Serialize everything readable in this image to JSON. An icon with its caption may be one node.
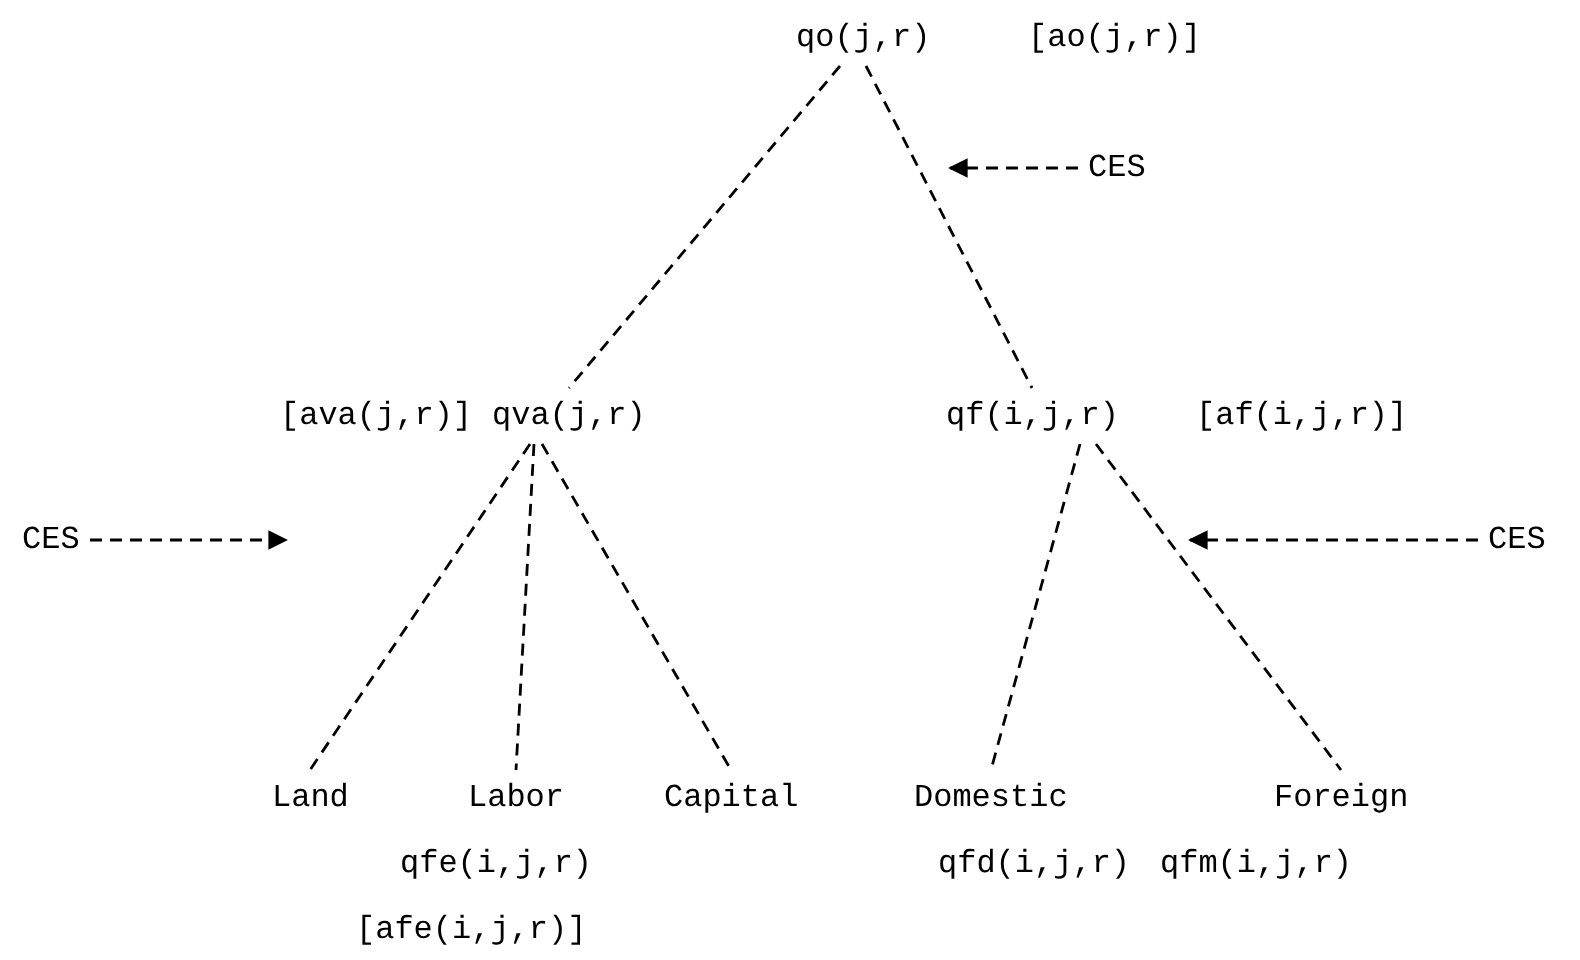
{
  "diagram": {
    "nodes": [
      {
        "text": [
          "qo(j,r)"
        ],
        "beside": [
          "[ao(j,r)]"
        ]
      },
      {
        "text": [
          "CES"
        ]
      },
      {
        "text": [
          "qva(j,r)"
        ],
        "beside": [
          "[ava(j,r)]"
        ]
      },
      {
        "text": [
          "qf(i,j,r)"
        ],
        "beside": [
          "[af(i,j,r)]"
        ]
      },
      {
        "text": [
          "CES"
        ]
      },
      {
        "text": [
          "CES"
        ]
      },
      {
        "text": [
          "Land"
        ]
      },
      {
        "text": [
          "Labor"
        ]
      },
      {
        "text": [
          "Capital"
        ]
      },
      {
        "text": [
          "Domestic"
        ],
        "beside": [
          "qfd(i,j,r)"
        ]
      },
      {
        "text": [
          "Foreign"
        ],
        "beside": [
          "qfm(i,j,r)"
        ]
      }
    ],
    "edges": [
      {
        "from": 0,
        "to": 2,
        "arrow": "none",
        "style": "dashed"
      },
      {
        "from": 0,
        "to": 3,
        "arrow": "none",
        "style": "dashed"
      },
      {
        "from": 1,
        "to": null,
        "arrow": "to",
        "style": "dashed"
      },
      {
        "from": 2,
        "to": 6,
        "arrow": "none",
        "style": "dashed"
      },
      {
        "from": 2,
        "to": 7,
        "arrow": "none",
        "style": "dashed"
      },
      {
        "from": 2,
        "to": 8,
        "arrow": "none",
        "style": "dashed"
      },
      {
        "from": 3,
        "to": 9,
        "arrow": "none",
        "style": "dashed"
      },
      {
        "from": 3,
        "to": 10,
        "arrow": "none",
        "style": "dashed"
      },
      {
        "from": 4,
        "to": null,
        "arrow": "to",
        "style": "dashed"
      },
      {
        "from": 5,
        "to": null,
        "arrow": "to",
        "style": "dashed"
      }
    ],
    "labels": [
      "qfe(i,j,r)",
      "[afe(i,j,r)]"
    ]
  }
}
